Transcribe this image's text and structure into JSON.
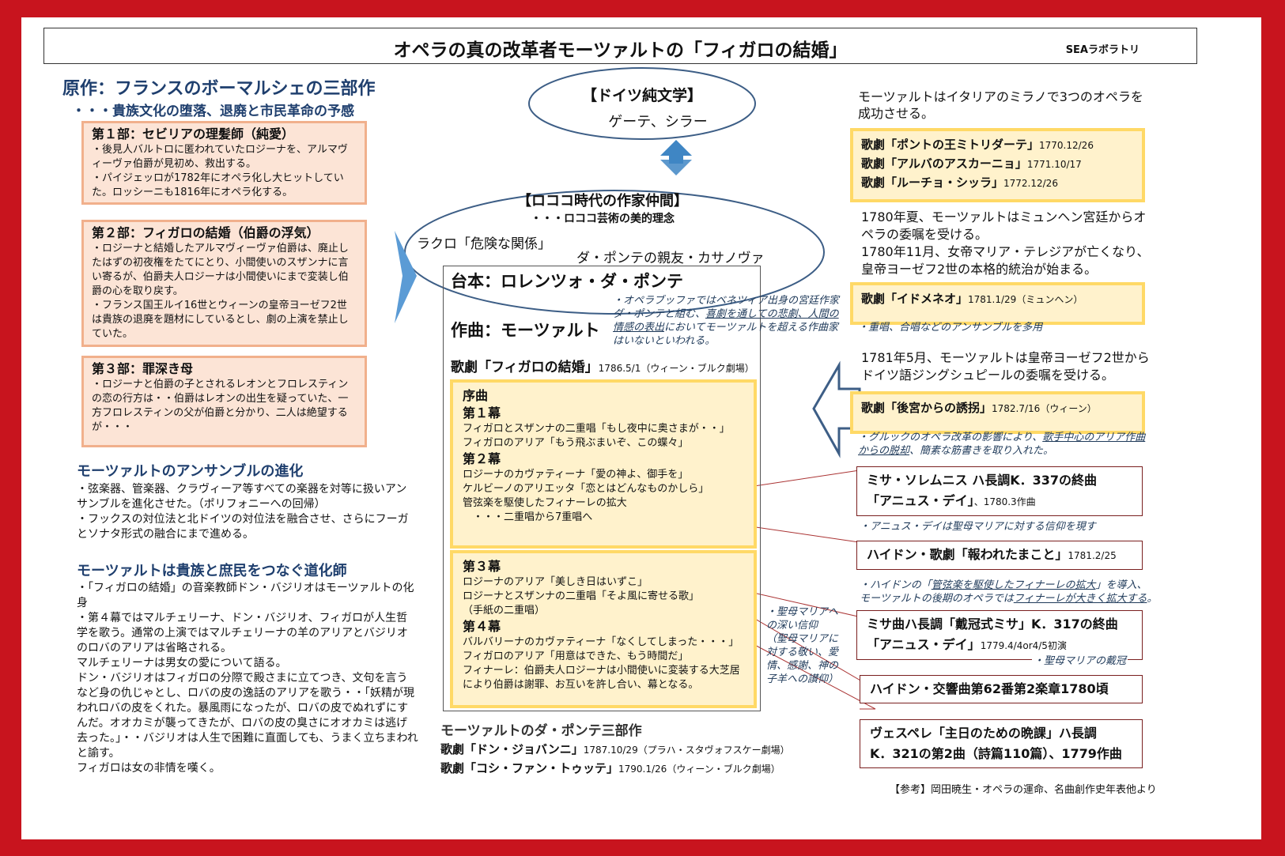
{
  "title": "オペラの真の改革者モーツァルトの「フィガロの結婚」",
  "brand": "SEAラボラトリ",
  "colors": {
    "frame": "#c8141e",
    "navy": "#1f3f6e",
    "ellipse": "#3d5e86",
    "arrow": "#3f86c4",
    "connector": "#a33"
  },
  "original": {
    "heading": "原作：フランスのボーマルシェの三部作",
    "subheading": "・・・貴族文化の堕落、退廃と市民革命の予感",
    "parts": [
      {
        "title": "第１部：セビリアの理髪師（純愛）",
        "lines": [
          "・後見人バルトロに匿われていたロジーナを、アルマヴィーヴァ伯爵が見初め、救出する。",
          "・パイジェッロが1782年にオペラ化し大ヒットしていた。ロッシーニも1816年にオペラ化する。"
        ]
      },
      {
        "title": "第２部：フィガロの結婚（伯爵の浮気）",
        "lines": [
          "・ロジーナと結婚したアルマヴィーヴァ伯爵は、廃止したはずの初夜権をたてにとり、小間使いのスザンナに言い寄るが、伯爵夫人ロジーナは小間使いにまで変装し伯爵の心を取り戻す。",
          "・フランス国王ルイ16世とウィーンの皇帝ヨーゼフ2世は貴族の退廃を題材にしているとし、劇の上演を禁止していた。"
        ]
      },
      {
        "title": "第３部：罪深き母",
        "lines": [
          "・ロジーナと伯爵の子とされるレオンとフロレスティンの恋の行方は・・伯爵はレオンの出生を疑っていた、一方フロレスティンの父が伯爵と分かり、二人は絶望するが・・・"
        ]
      }
    ]
  },
  "ensemble": {
    "heading": "モーツァルトのアンサンブルの進化",
    "lines": [
      "・弦楽器、管楽器、クラヴィーア等すべての楽器を対等に扱いアンサンブルを進化させた。（ポリフォニーへの回帰）",
      "・フックスの対位法と北ドイツの対位法を融合させ、さらにフーガとソナタ形式の融合にまで進める。"
    ]
  },
  "jester": {
    "heading": "モーツァルトは貴族と庶民をつなぐ道化師",
    "lines": [
      "・「フィガロの結婚」の音楽教師ドン・バジリオはモーツァルトの化身",
      "・第４幕ではマルチェリーナ、ドン・バジリオ、フィガロが人生哲学を歌う。通常の上演ではマルチェリーナの羊のアリアとバジリオのロバのアリアは省略される。",
      "マルチェリーナは男女の愛について語る。",
      "ドン・バジリオはフィガロの分際で殿さまに立てつき、文句を言うなど身の仇じゃとし、ロバの皮の逸話のアリアを歌う・・「妖精が現われロバの皮をくれた。暴風雨になったが、ロバの皮でぬれずにすんだ。オオカミが襲ってきたが、ロバの皮の臭さにオオカミは逃げ去った。」・・バジリオは人生で困難に直面しても、うまく立ちまわれと諭す。",
      "フィガロは女の非情を嘆く。"
    ]
  },
  "german": {
    "title": "【ドイツ純文学】",
    "names": "ゲーテ、シラー"
  },
  "rococo": {
    "title": "【ロココ時代の作家仲間】",
    "sub": "・・・ロココ芸術の美的理念",
    "laclos": "ラクロ「危険な関係」",
    "casanova": "ダ・ポンテの親友・カサノヴァ"
  },
  "center": {
    "libretto": "台本：ロレンツォ・ダ・ポンテ",
    "composer": "作曲：モーツァルト",
    "note_pre": "・オペラブッファではベネツィア出身の宮廷作家ダ・ポンテと組む、",
    "note_u": "喜劇を通しての悲劇、人間の情感の表出",
    "note_post": "においてモーツァルトを超える作曲家はいないといわれる。",
    "opera_title": "歌劇「フィガロの結婚」",
    "opera_date": "1786.5/1（ウィーン・ブルク劇場）",
    "box1": {
      "overture": "序曲",
      "act1": "第１幕",
      "act1_items": [
        "フィガロとスザンナの二重唱「もし夜中に奥さまが・・」",
        "フィガロのアリア「もう飛ぶまいぞ、この蝶々」"
      ],
      "act2": "第２幕",
      "act2_items": [
        "ロジーナのカヴァティーナ「愛の神よ、御手を」",
        "ケルビーノのアリエッタ「恋とはどんなものかしら」",
        "管弦楽を駆使したフィナーレの拡大",
        "　・・・二重唱から7重唱へ"
      ]
    },
    "box2": {
      "act3": "第３幕",
      "act3_items": [
        "ロジーナのアリア「美しき日はいずこ」",
        "ロジーナとスザンナの二重唱「そよ風に寄せる歌」",
        "（手紙の二重唱）"
      ],
      "act4": "第４幕",
      "act4_items": [
        "バルバリーナのカヴァティーナ「なくしてしまった・・・」",
        "フィガロのアリア「用意はできた、もう時間だ」",
        "フィナーレ：伯爵夫人ロジーナは小間使いに変装する大芝居により伯爵は謝罪、お互いを許し合い、幕となる。"
      ]
    },
    "marian_note": [
      "・聖母マリアへ",
      "の深い信仰",
      "（聖母マリアに",
      "対する敬い、愛",
      "情、感謝、神の",
      "子羊への讃仰）"
    ]
  },
  "trilogy": {
    "heading": "モーツァルトのダ・ポンテ三部作",
    "items": [
      {
        "name": "歌劇「ドン・ジョバンニ」",
        "date": "1787.10/29（プラハ・スタヴォフスケー劇場）"
      },
      {
        "name": "歌劇「コシ・ファン・トゥッテ」",
        "date": "1790.1/26（ウィーン・ブルク劇場）"
      }
    ]
  },
  "right": {
    "milan_intro": "モーツァルトはイタリアのミラノで3つのオペラを成功させる。",
    "milan_operas": [
      {
        "name": "歌劇「ポントの王ミトリダーテ」",
        "date": "1770.12/26"
      },
      {
        "name": "歌劇「アルバのアスカーニョ」",
        "date": "1771.10/17"
      },
      {
        "name": "歌劇「ルーチョ・シッラ」",
        "date": "1772.12/26"
      }
    ],
    "munich_text": [
      "1780年夏、モーツァルトはミュンヘン宮廷からオペラの委嘱を受ける。",
      "1780年11月、女帝マリア・テレジアが亡くなり、皇帝ヨーゼフ2世の本格的統治が始まる。"
    ],
    "idomeneo": {
      "name": "歌劇「イドメネオ」",
      "date": "1781.1/29（ミュンヘン）"
    },
    "idomeneo_note": "・重唱、合唱などのアンサンブルを多用",
    "vienna_text": "1781年5月、モーツァルトは皇帝ヨーゼフ2世からドイツ語ジングシュピールの委嘱を受ける。",
    "seraglio": {
      "name": "歌劇「後宮からの誘拐」",
      "date": "1782.7/16（ウィーン）"
    },
    "seraglio_note": {
      "pre": "・グルックのオペラ改革の影響により、",
      "u": "歌手中心のアリア作曲からの脱却",
      "post": "、簡素な筋書きを取り入れた。"
    },
    "missa_solemnis": {
      "line1": "ミサ・ソレムニス ハ長調K．337の終曲",
      "line2": "「アニュス・デイ」",
      "date": "、1780.3作曲"
    },
    "missa_note": "・アニュス・デイは聖母マリアに対する信仰を現す",
    "haydn_opera": {
      "name": "ハイドン・歌劇「報われたまこと」",
      "date": "1781.2/25"
    },
    "haydn_note": {
      "a": "・ハイドンの「",
      "u1": "管弦楽を駆使したフィナーレの拡大",
      "b": "」を導入、",
      "c": "モーツァルトの後期のオペラでは",
      "u2": "フィナーレが大きく拡大する",
      "d": "。"
    },
    "coronation": {
      "line1": "ミサ曲ハ長調「戴冠式ミサ」K．317の終曲",
      "line2": "「アニュス・デイ」",
      "date": "1779.4/4or4/5初演"
    },
    "coronation_note": "・聖母マリアの戴冠",
    "haydn_symphony": "ハイドン・交響曲第62番第2楽章1780頃",
    "vespers": {
      "line1": "ヴェスペレ「主日のための晩課」ハ長調",
      "line2": "K．321の第2曲（詩篇110篇）、1779作曲"
    },
    "reference": "【参考】岡田暁生・オペラの運命、名曲創作史年表他より"
  }
}
